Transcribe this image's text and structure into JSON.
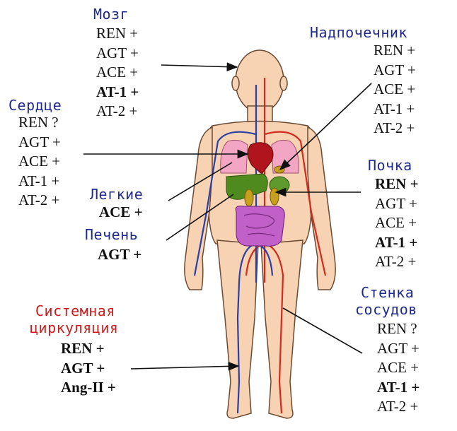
{
  "labels": {
    "brain": "Мозг",
    "heart": "Сердце",
    "lungs": "Легкие",
    "liver": "Печень",
    "adrenal": "Надпочечник",
    "kidney": "Почка",
    "vessel_wall_line1": "Стенка",
    "vessel_wall_line2": "сосудов",
    "systemic_line1": "Системная",
    "systemic_line2": "циркуляция"
  },
  "brain": [
    "REN +",
    "AGT +",
    "ACE +",
    "AT-1 +",
    "AT-2 +"
  ],
  "heart": [
    "REN ?",
    "AGT +",
    "ACE +",
    "AT-1 +",
    "AT-2 +"
  ],
  "lungs": [
    "ACE +"
  ],
  "liver": [
    "AGT +"
  ],
  "adrenal": [
    "REN +",
    "AGT +",
    "ACE +",
    "AT-1 +",
    "AT-2 +"
  ],
  "kidney": [
    "REN +",
    "AGT +",
    "ACE +",
    "AT-1 +",
    "AT-2 +"
  ],
  "vessel_wall": [
    "REN ?",
    "AGT +",
    "ACE +",
    "AT-1 +",
    "AT-2 +"
  ],
  "systemic": [
    "REN +",
    "AGT +",
    "Ang-II +"
  ],
  "colors": {
    "label_blue": "#1f2a8c",
    "label_red": "#c81e1e",
    "skin": "#f7d3b3",
    "artery": "#d22a1e",
    "vein": "#2b3fa8",
    "lung": "#f2a6c4",
    "heart": "#b0141c",
    "liver": "#4f8a1e",
    "intestine": "#c060c8"
  }
}
